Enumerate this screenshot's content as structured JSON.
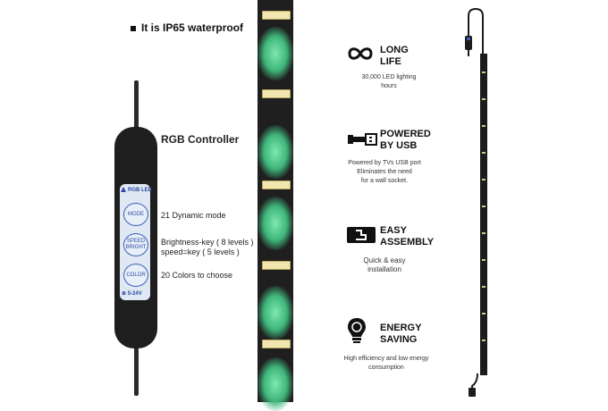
{
  "header": {
    "waterproof": "It is IP65 waterproof"
  },
  "controller": {
    "title": "RGB Controller",
    "panel_label": "RGB LED",
    "buttons": [
      "MODE",
      "SPEED BRIGHT",
      "COLOR"
    ],
    "voltage": "5-24V",
    "notes": {
      "mode": "21 Dynamic mode",
      "brightness": "Brightness-key ( 8 levels )",
      "speed": "speed=key ( 5 levels )",
      "colors": "20 Colors to choose"
    }
  },
  "features": [
    {
      "title1": "LONG",
      "title2": "LIFE",
      "sub": [
        "30,000 LED lighting hours"
      ],
      "icon": "infinity-icon"
    },
    {
      "title1": "POWERED",
      "title2": "BY USB",
      "sub": [
        "Powered by TVs USB port",
        "Eliminates the need",
        "for a wall socket."
      ],
      "icon": "usb-icon"
    },
    {
      "title1": "EASY",
      "title2": "ASSEMBLY",
      "sub": [
        "Quick & easy",
        "installation"
      ],
      "icon": "plug-icon"
    },
    {
      "title1": "ENERGY",
      "title2": "SAVING",
      "sub": [
        "High efficiency and low energy",
        "consumption"
      ],
      "icon": "bulb-recycle-icon"
    }
  ],
  "colors": {
    "led_green": "#3fb67a",
    "strip": "#1f1f1f",
    "controller_blue": "#2b4aa0"
  }
}
